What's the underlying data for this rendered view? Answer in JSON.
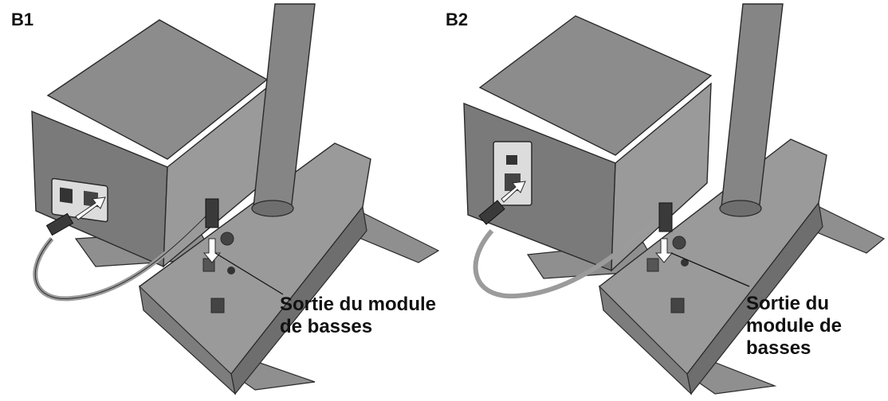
{
  "panels": [
    {
      "id": "B1",
      "label": "B1",
      "callout_lines": [
        "Sortie du module",
        "de basses"
      ]
    },
    {
      "id": "B2",
      "label": "B2",
      "callout_lines": [
        "Sortie du",
        "module de",
        "basses"
      ]
    }
  ],
  "colors": {
    "speaker_body": "#7a7a7a",
    "speaker_face": "#9a9a9a",
    "speaker_top": "#8c8c8c",
    "stand": "#8f8f8f",
    "stand_dark": "#6e6e6e",
    "column": "#858585",
    "cable": "#9b9b9b",
    "outline": "#2a2a2a",
    "arrow": "#ffffff"
  },
  "icons": [
    "power-connector-icon",
    "insert-arrow-icon",
    "xlr-jack-icon",
    "cable-plug-icon"
  ]
}
